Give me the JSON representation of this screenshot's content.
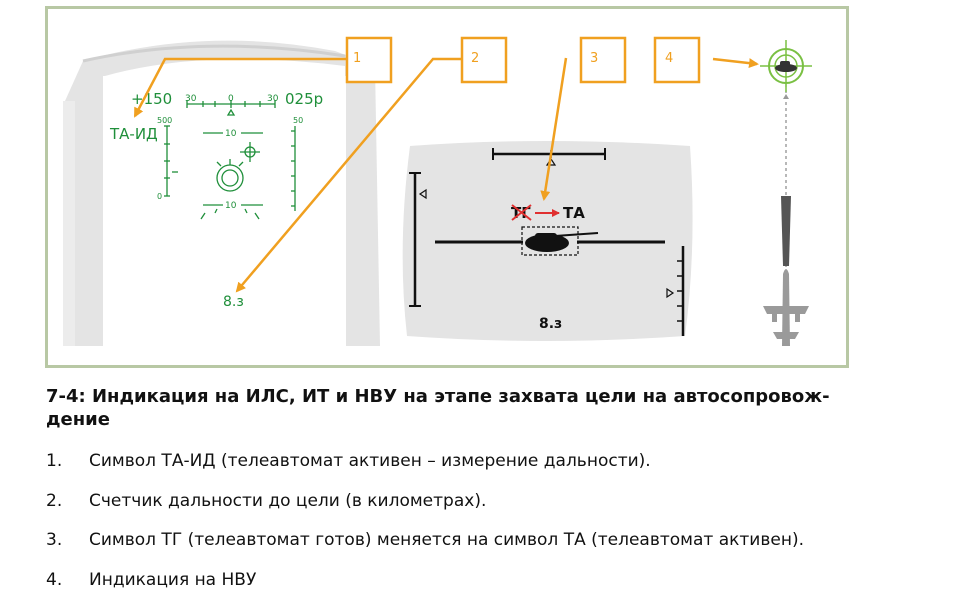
{
  "figure": {
    "callouts": [
      "1",
      "2",
      "3",
      "4"
    ],
    "hud": {
      "left_value": "+150",
      "right_value": "025р",
      "mode_label": "ТА-ИД",
      "heading_ticks": [
        "30",
        "0",
        "30"
      ],
      "pitch_upper": "10",
      "pitch_lower": "10",
      "left_scale_top": "500",
      "left_scale_bottom": "0",
      "right_scale_top": "50",
      "range_readout": "8.з"
    },
    "monitor": {
      "old_symbol": "ТГ",
      "new_symbol": "ТА",
      "range_readout": "8.з"
    },
    "colors": {
      "hud_green": "#1f8f3a",
      "callout_orange": "#f0a020",
      "frame": "#b8c8a4"
    }
  },
  "caption": "7-4: Индикация на ИЛС, ИТ и НВУ на этапе захвата цели на автосопровож-дение",
  "caption_lines": [
    "7-4: Индикация на ИЛС, ИТ и НВУ на этапе захвата цели на автосопровож-",
    "дение"
  ],
  "items": [
    {
      "num": "1.",
      "text": "Символ ТА-ИД (телеавтомат активен – измерение дальности)."
    },
    {
      "num": "2.",
      "text": "Счетчик дальности до цели (в километрах)."
    },
    {
      "num": "3.",
      "text": "Символ ТГ (телеавтомат готов) меняется на символ ТА (телеавтомат активен)."
    },
    {
      "num": "4.",
      "text": "Индикация на НВУ"
    }
  ]
}
